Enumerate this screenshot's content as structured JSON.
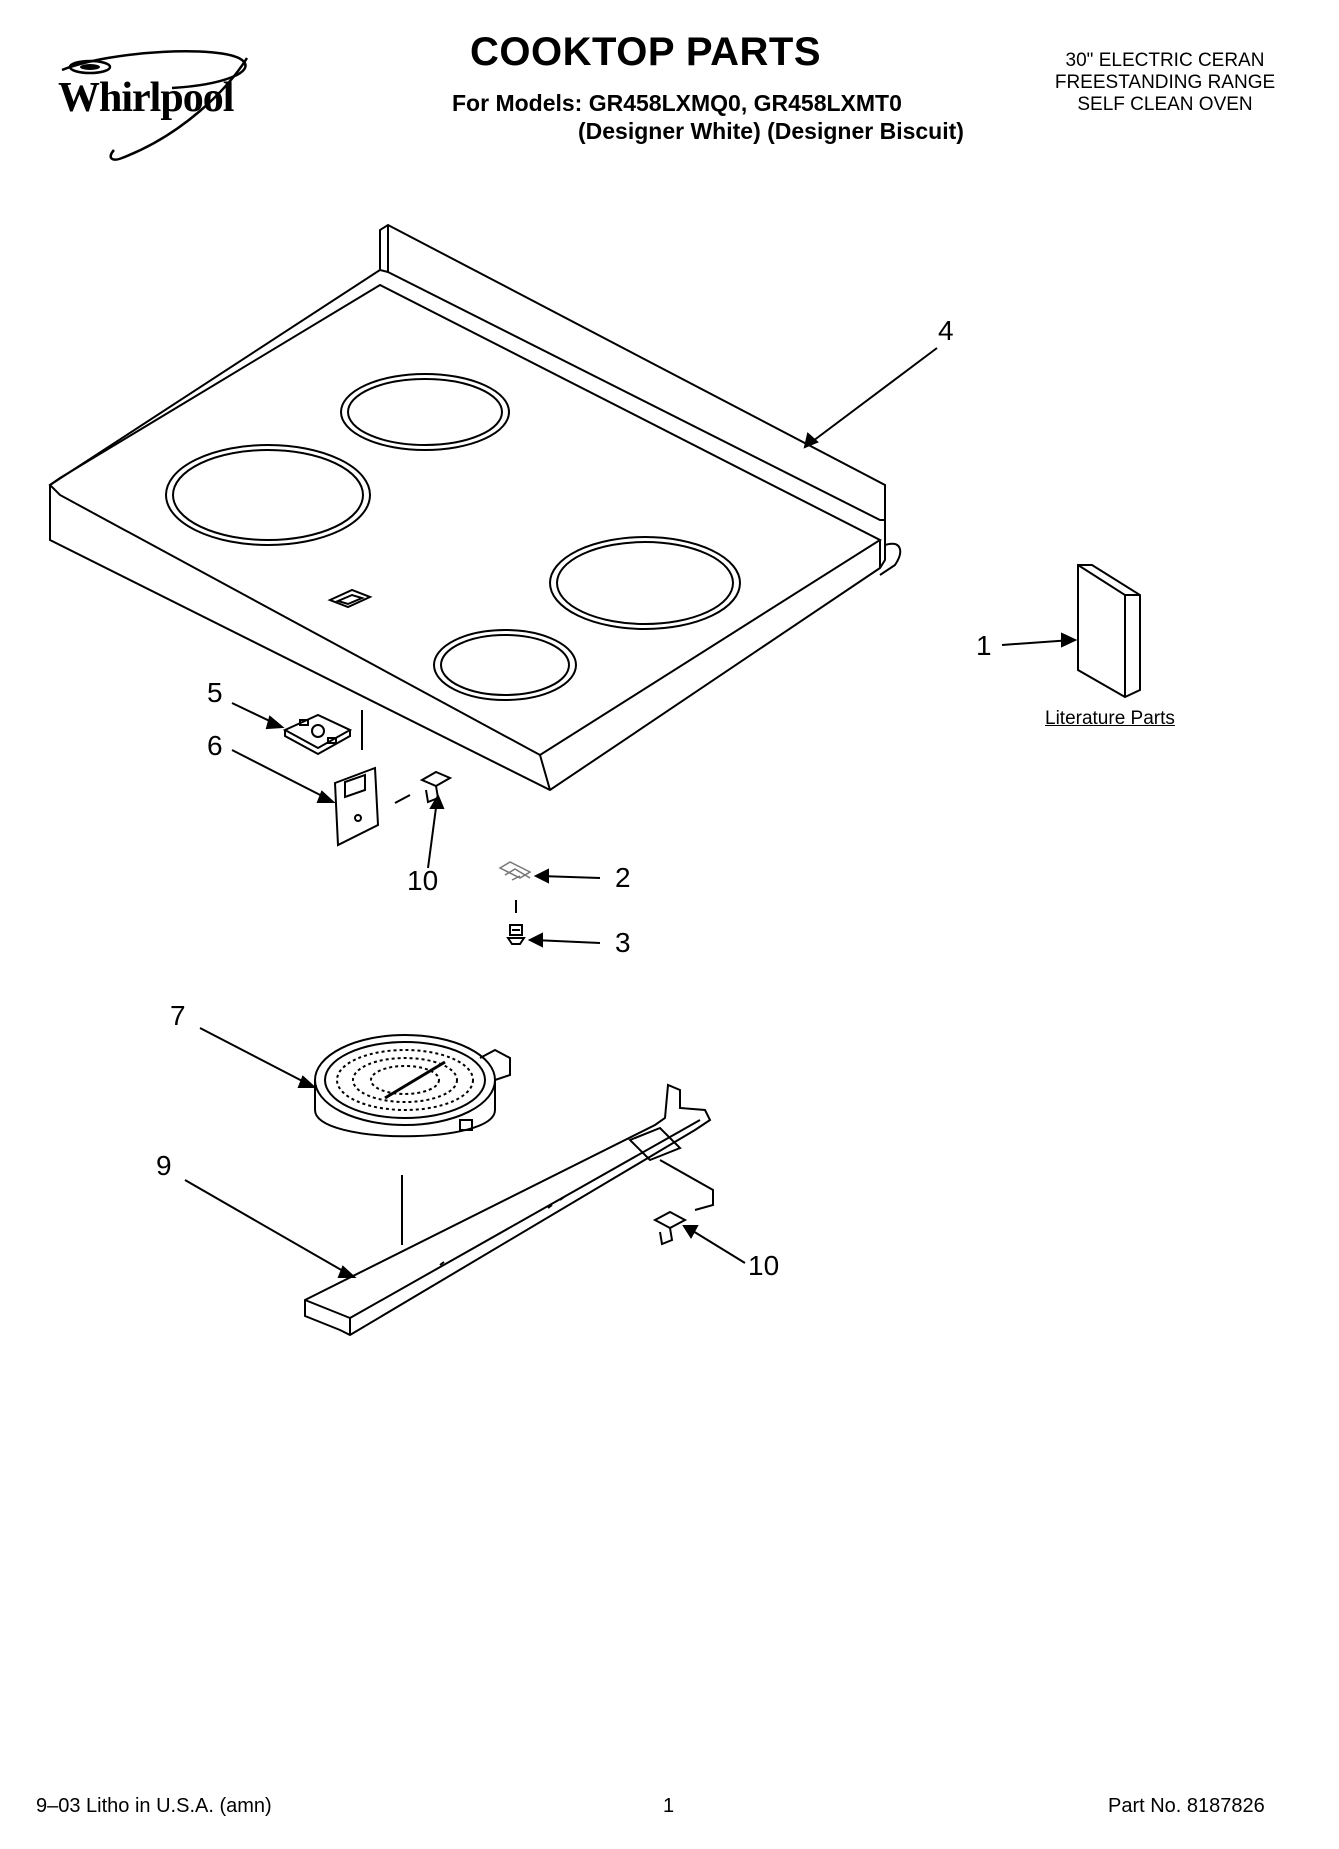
{
  "header": {
    "brand": "Whirlpool",
    "title": "COOKTOP PARTS",
    "models_line": "For Models: GR458LXMQ0, GR458LXMT0",
    "colors_line": "(Designer White) (Designer Biscuit)",
    "description": [
      "30\" ELECTRIC CERAN",
      "FREESTANDING RANGE",
      "SELF CLEAN OVEN"
    ]
  },
  "callouts": {
    "c1": "1",
    "c2": "2",
    "c3": "3",
    "c4": "4",
    "c5": "5",
    "c6": "6",
    "c7": "7",
    "c9": "9",
    "c10a": "10",
    "c10b": "10"
  },
  "literature_label": "Literature Parts",
  "footer": {
    "litho": "9–03 Litho in U.S.A. (amn)",
    "page": "1",
    "part_no": "Part No. 8187826"
  }
}
